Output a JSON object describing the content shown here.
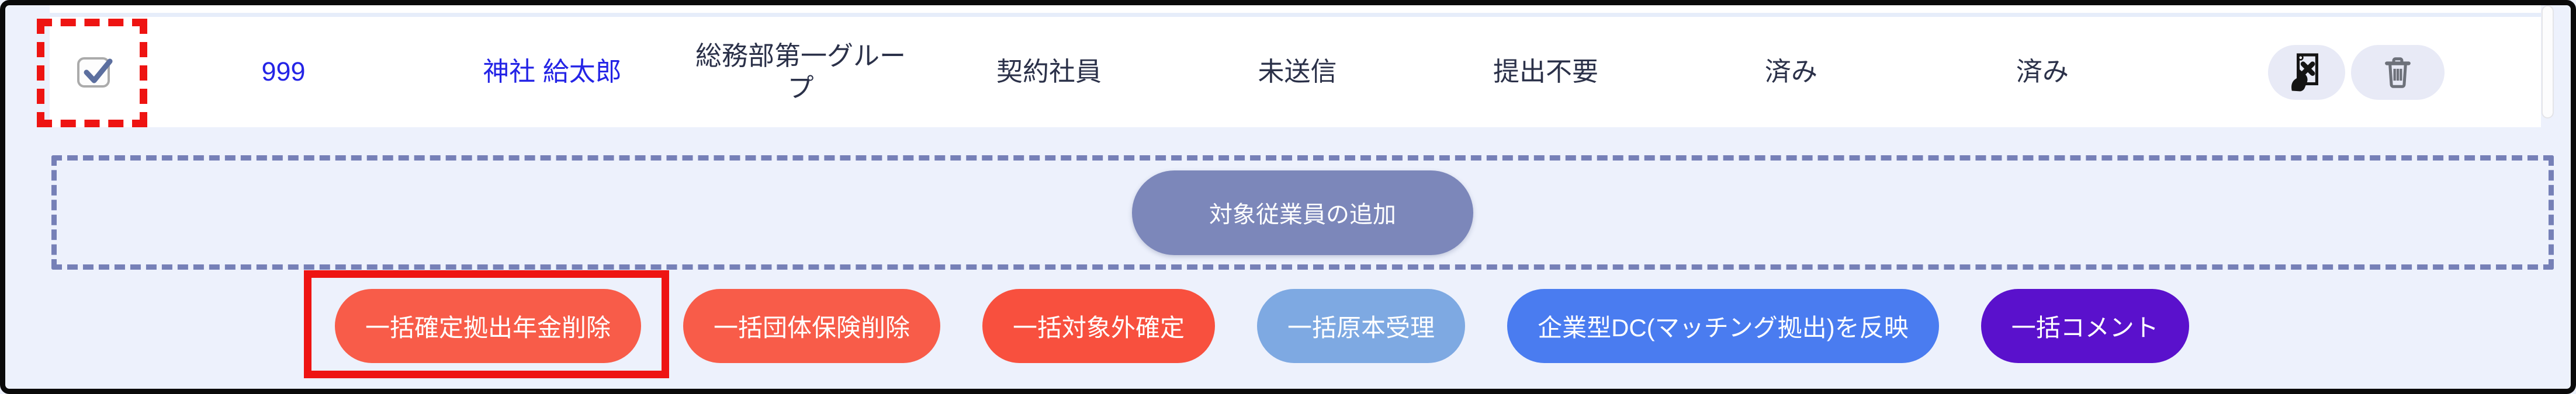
{
  "table": {
    "row": {
      "checkbox_checked": true,
      "employee_no": "999",
      "employee_name": "神社 給太郎",
      "group": "総務部第一グループ",
      "employment_type": "契約社員",
      "send_status": "未送信",
      "submission_status": "提出不要",
      "status_1": "済み",
      "status_2": "済み",
      "icons": [
        "document-reject-icon",
        "trash-icon"
      ]
    }
  },
  "add_area": {
    "add_button_label": "対象従業員の追加",
    "button_color": "#7c87ba",
    "dashed_border_color": "#7680b7"
  },
  "actions": {
    "buttons": [
      {
        "label": "一括確定拠出年金削除",
        "color": "#f85c49"
      },
      {
        "label": "一括団体保険削除",
        "color": "#f85c49"
      },
      {
        "label": "一括対象外確定",
        "color": "#f8503e"
      },
      {
        "label": "一括原本受理",
        "color": "#7ea9e2"
      },
      {
        "label": "企業型DC(マッチング拠出)を反映",
        "color": "#4a7cf0"
      },
      {
        "label": "一括コメント",
        "color": "#5a11cc"
      }
    ]
  },
  "annotations": {
    "highlight_color": "#ee1412",
    "checkbox_highlight_style": "dashed",
    "first_action_button_highlight_style": "solid"
  },
  "colors": {
    "panel_background": "#edf1fc",
    "row_background": "#ffffff",
    "row_text": "#2b3149",
    "link_blue": "#2424e6",
    "icon_button_background": "#e8eaf6",
    "frame_border": "#0a0a0a"
  }
}
